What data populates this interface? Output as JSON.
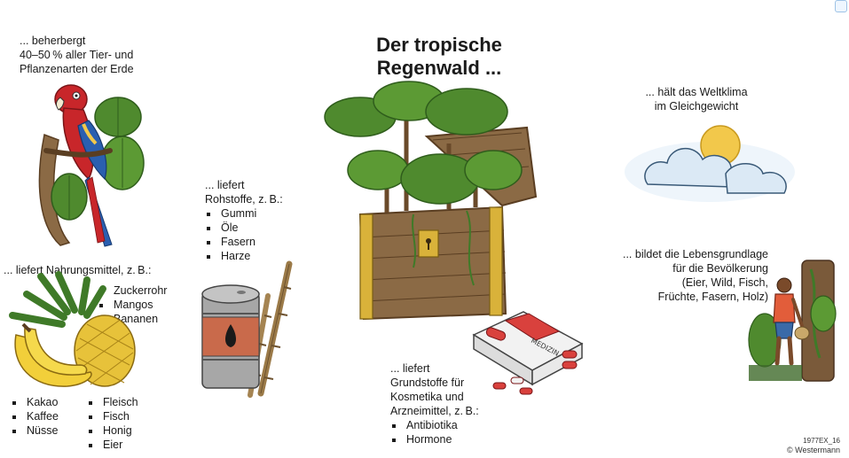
{
  "title_line1": "Der tropische",
  "title_line2": "Regenwald ...",
  "biodiversity": {
    "lines": [
      "... beherbergt",
      "40–50 % aller Tier- und",
      "Pflanzenarten der Erde"
    ],
    "icon": "parrot-icon"
  },
  "food": {
    "heading": "... liefert Nahrungsmittel, z. B.:",
    "list_right": [
      "Zuckerrohr",
      "Mangos",
      "Bananen"
    ],
    "list_bottom_left": [
      "Kakao",
      "Kaffee",
      "Nüsse"
    ],
    "list_bottom_right": [
      "Fleisch",
      "Fisch",
      "Honig",
      "Eier"
    ],
    "icon": "fruit-icon"
  },
  "raw": {
    "lines": [
      "... liefert",
      "Rohstoffe, z. B.:"
    ],
    "list": [
      "Gummi",
      "Öle",
      "Fasern",
      "Harze"
    ],
    "icon": "oil-barrel-icon"
  },
  "medicine": {
    "lines": [
      "... liefert",
      "Grundstoffe für",
      "Kosmetika und",
      "Arzneimittel, z. B.:"
    ],
    "list": [
      "Antibiotika",
      "Hormone"
    ],
    "box_label": "MEDIZIN",
    "icon": "medicine-box-icon"
  },
  "climate": {
    "lines": [
      "... hält das Weltklima",
      "im Gleichgewicht"
    ],
    "icon": "sun-cloud-icon"
  },
  "livelihood": {
    "lines": [
      "... bildet die Lebensgrundlage",
      "für die Bevölkerung",
      "(Eier, Wild, Fisch,",
      "Früchte, Fasern, Holz)"
    ],
    "icon": "person-icon"
  },
  "footer": {
    "code": "1977EX_16",
    "copyright": "© Westermann"
  },
  "colors": {
    "wood": "#8b6a45",
    "wood_dark": "#5a3e22",
    "brass": "#d9b23a",
    "leaf": "#4f8a2e",
    "leaf_dark": "#2f5d1c",
    "parrot_red": "#c8262a",
    "parrot_blue": "#2a5fb0",
    "barrel": "#9a9a9a",
    "barrel_band": "#c96a4b",
    "pill_red": "#d9413d",
    "sun": "#f2c84b",
    "cloud": "#dbe9f5"
  }
}
